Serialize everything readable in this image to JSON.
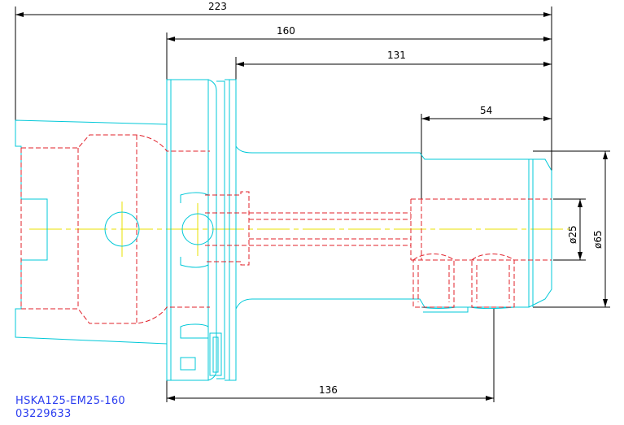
{
  "drawing": {
    "part_name": "HSKA125-EM25-160",
    "part_number": "03229633"
  },
  "dimensions": {
    "overall_length": "223",
    "length_160": "160",
    "length_131": "131",
    "length_54": "54",
    "length_136": "136",
    "bore_diameter": "ø25",
    "body_diameter": "ø65"
  },
  "colors": {
    "outline": "#00c8d8",
    "hidden": "#e0202a",
    "centerline": "#e8e000",
    "dimension": "#000000",
    "caption": "#2b3df0"
  }
}
